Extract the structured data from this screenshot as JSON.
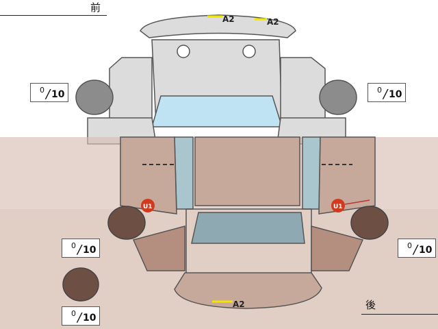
{
  "labels": {
    "front": "前",
    "rear": "後"
  },
  "tire_boxes": [
    {
      "id": "front-left",
      "numerator": "0",
      "denominator": "10"
    },
    {
      "id": "front-right",
      "numerator": "0",
      "denominator": "10"
    },
    {
      "id": "rear-left",
      "numerator": "0",
      "denominator": "10"
    },
    {
      "id": "rear-right",
      "numerator": "0",
      "denominator": "10"
    },
    {
      "id": "spare",
      "numerator": "0",
      "denominator": "10"
    }
  ],
  "damage_marks": {
    "front_bumper_1": "A2",
    "front_bumper_2": "A2",
    "rear_bumper": "A2",
    "left_rear": "U1",
    "right_rear": "U1"
  },
  "colors": {
    "panel_fill": "#dcdcdc",
    "panel_stroke": "#555555",
    "glass_fill": "#bfe3f2",
    "tire_fill": "#8c8c8c",
    "mark_line": "#f2e600",
    "badge_red": "#d23a1e",
    "overlay_light": "#d9bfb3",
    "overlay_dark": "#b48e7e"
  }
}
